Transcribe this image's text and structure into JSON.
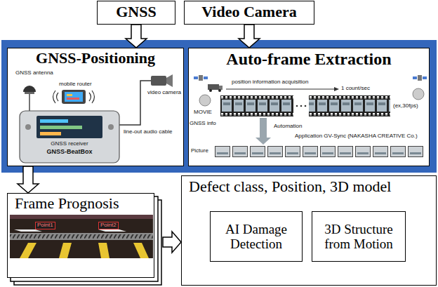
{
  "diagram": {
    "nodes": [
      {
        "text": [
          "GNSS"
        ]
      },
      {
        "text": [
          "Video Camera"
        ]
      },
      {
        "text": [
          "GNSS-Positioning"
        ]
      },
      {
        "text": [
          "Auto-frame Extraction"
        ]
      },
      {
        "text": [
          "Frame Prognosis"
        ]
      },
      {
        "text": [
          "Defect class, Position, 3D model"
        ]
      },
      {
        "text": [
          "AI Damage Detection"
        ],
        "in": 5
      },
      {
        "text": [
          "3D Structure from Motion"
        ],
        "in": 5
      }
    ],
    "edges": [
      {
        "from": 0,
        "to": 2,
        "arrow": "to"
      },
      {
        "from": 1,
        "to": 3,
        "arrow": "to"
      },
      {
        "from": 2,
        "to": 4,
        "arrow": "to"
      },
      {
        "from": 4,
        "to": 5,
        "arrow": "to"
      }
    ],
    "labels": [
      "GNSS antenna",
      "mobile router",
      "video camera",
      "line-out audio cable",
      "GNSS receiver",
      "GNSS-BeatBox",
      "position information acquisition",
      "1 count/sec",
      "MOVIE",
      "(ex,30fps)",
      "GNSS info",
      "Automation",
      "Picture",
      "Application GV-Sync (NAKASHA CREATIVE Co.)",
      "Point1",
      "Point2"
    ]
  }
}
